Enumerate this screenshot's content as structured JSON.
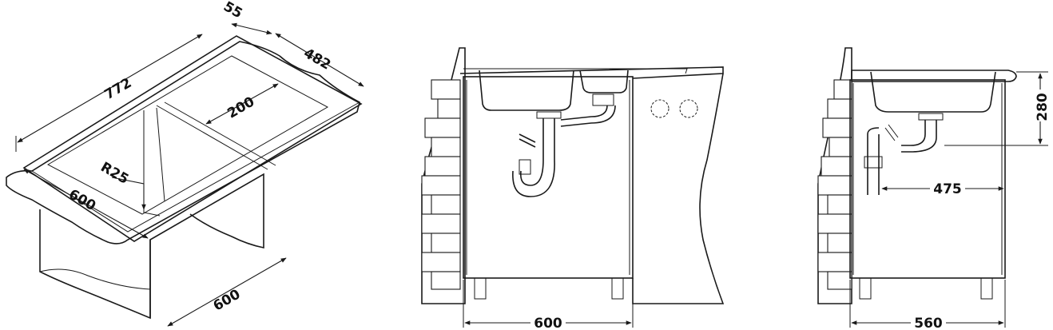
{
  "views": {
    "isometric": {
      "dims": {
        "length": "772",
        "overhang": "55",
        "depth": "482",
        "bowl_width": "200",
        "radius": "R25",
        "width": "600",
        "cabinet": "600"
      }
    },
    "front": {
      "dims": {
        "cabinet_width": "600"
      }
    },
    "side": {
      "dims": {
        "height": "280",
        "offset": "475",
        "cabinet_depth": "560"
      }
    }
  }
}
